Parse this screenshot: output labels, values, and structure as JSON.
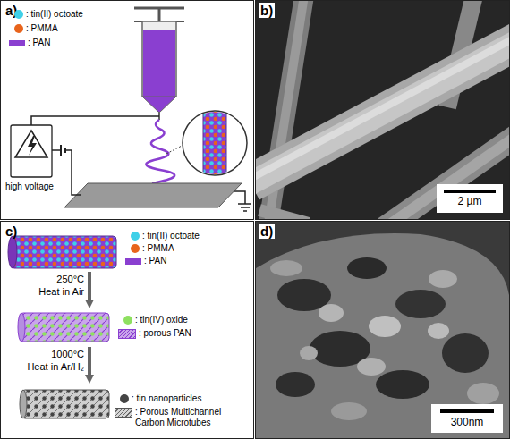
{
  "diagram": {
    "nodes": [
      {
        "text": [
          "a)"
        ]
      },
      {
        "text": [
          "b)"
        ]
      },
      {
        "text": [
          "c)"
        ]
      },
      {
        "text": [
          "d)"
        ]
      }
    ],
    "labels": [
      "high voltage",
      "2 µm",
      "250°C",
      "Heat in Air",
      "1000°C",
      "Heat in Ar/H₂",
      "300nm"
    ],
    "legend": [
      {
        "text": ": tin(II) octoate",
        "color": "#3fd0e8"
      },
      {
        "text": ": PMMA",
        "color": "#e8641c"
      },
      {
        "text": ": PAN",
        "color": "#8a3fd0"
      },
      {
        "text": ": tin(II) octoate",
        "color": "#3fd0e8"
      },
      {
        "text": ": PMMA",
        "color": "#e8641c"
      },
      {
        "text": ": PAN",
        "color": "#8a3fd0"
      },
      {
        "text": ": tin(IV) oxide",
        "color": "#8ee060"
      },
      {
        "text": ": porous PAN"
      },
      {
        "text": ": tin nanoparticles",
        "color": "#444444"
      },
      {
        "text": ": Porous Multichannel Carbon Microtubes"
      }
    ]
  }
}
